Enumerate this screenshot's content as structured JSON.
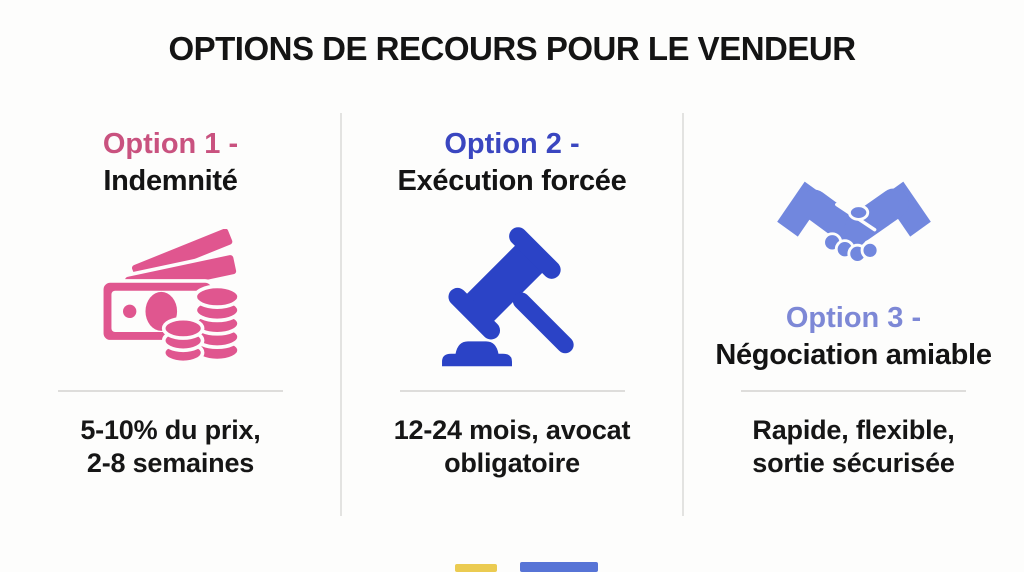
{
  "title": "OPTIONS DE RECOURS POUR LE VENDEUR",
  "columns": [
    {
      "option_label": "Option 1 -",
      "option_name": "Indemnité",
      "accent_color": "#c9527f",
      "icon": "money-banknotes-coins-icon",
      "icon_color": "#e0568f",
      "description_line1": "5-10% du prix,",
      "description_line2": "2-8 semaines"
    },
    {
      "option_label": "Option 2 -",
      "option_name": "Exécution forcée",
      "accent_color": "#3a46c0",
      "icon": "gavel-icon",
      "icon_color": "#2b43c6",
      "description_line1": "12-24 mois, avocat",
      "description_line2": "obligatoire"
    },
    {
      "option_label": "Option 3 -",
      "option_name": "Négociation amiable",
      "accent_color": "#7d88d6",
      "icon": "handshake-icon",
      "icon_color": "#7187de",
      "description_line1": "Rapide, flexible,",
      "description_line2": "sortie sécurisée"
    }
  ],
  "footer_marks": {
    "yellow": "#e9c53e",
    "blue": "#4565d1"
  }
}
